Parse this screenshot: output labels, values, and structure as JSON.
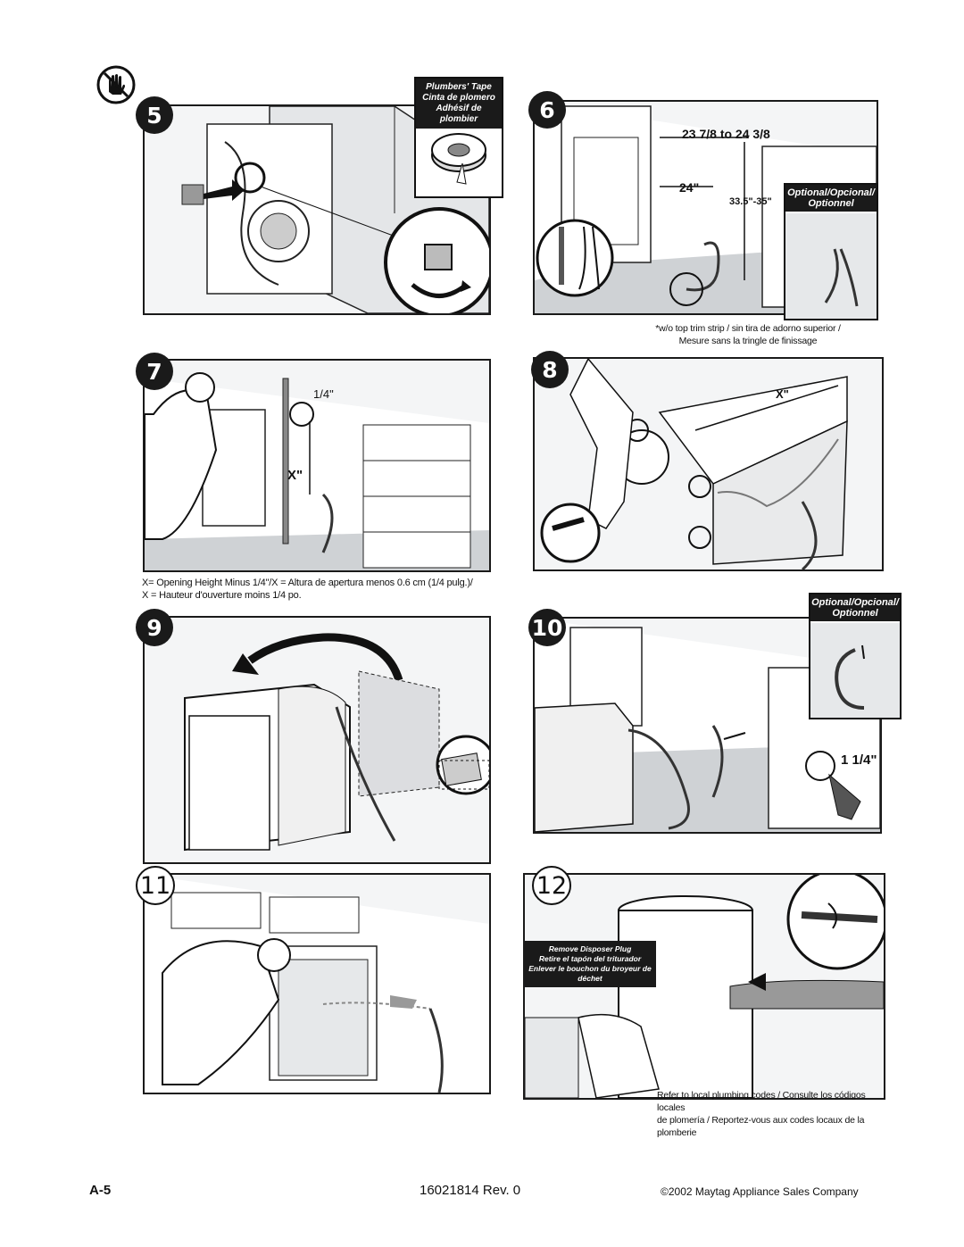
{
  "warning": {
    "icon": "no-hand-electrical-hazard-icon"
  },
  "steps": [
    {
      "number": "5"
    },
    {
      "number": "6"
    },
    {
      "number": "7"
    },
    {
      "number": "8"
    },
    {
      "number": "9"
    },
    {
      "number": "10"
    },
    {
      "number": "11"
    },
    {
      "number": "12"
    }
  ],
  "step5": {
    "tape_label_lines": [
      "Plumbers' Tape",
      "Cinta de plomero",
      "Adhésif de plombier"
    ]
  },
  "step6": {
    "dim_range": "23 7/8 to 24 3/8",
    "dim_width": "24\"",
    "dim_height": "33.5\"-35\"",
    "optional_lines": [
      "Optional/Opcional/",
      "Optionnel"
    ],
    "note_lines": [
      "*w/o top trim strip / sin tira de adorno superior /",
      "Mesure sans la tringle de finissage"
    ]
  },
  "step7": {
    "dim_gap": "1/4\"",
    "dim_x": "X\"",
    "caption_lines": [
      "X= Opening Height Minus 1/4\"/X = Altura de apertura menos 0.6 cm (1/4 pulg.)/",
      "X = Hauteur d'ouverture moins 1/4 po."
    ]
  },
  "step8": {
    "dim_x": "X\""
  },
  "step10": {
    "optional_lines": [
      "Optional/Opcional/",
      "Optionnel"
    ],
    "dim_hole": "1 1/4\""
  },
  "step12": {
    "plug_label_lines": [
      "Remove Disposer Plug",
      "Retire el tapón del triturador",
      "Enlever le bouchon du broyeur de déchet"
    ],
    "caption_lines": [
      "Refer to local plumbing codes / Consulte los códigos locales",
      "de plomería / Reportez-vous aux codes locaux de la plomberie"
    ]
  },
  "footer": {
    "page_id": "A-5",
    "doc_number": "16021814 Rev. 0",
    "copyright": "©2002 Maytag Appliance Sales Company"
  }
}
